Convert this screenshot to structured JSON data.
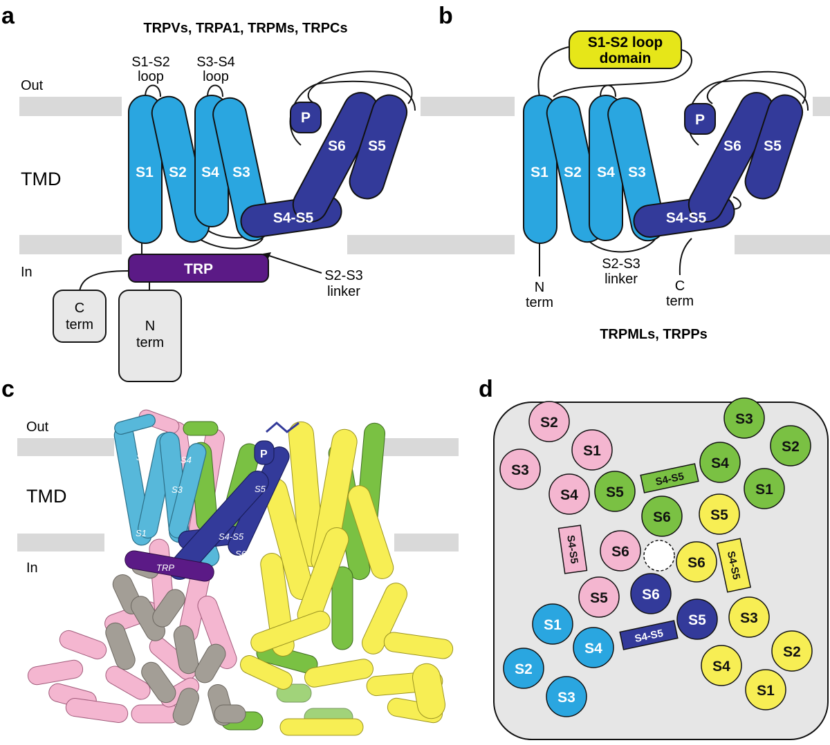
{
  "colors": {
    "light_blue": "#2aa6e0",
    "light_blue_c": "#57b8da",
    "dark_blue": "#333a9a",
    "purple": "#5b1a86",
    "yellow": "#e6e619",
    "pink": "#f4b6d0",
    "green": "#7ac143",
    "yellow_d": "#f7ee54",
    "membrane": "#d9d9d9",
    "term_box": "#e8e8e8"
  },
  "panels": {
    "a": {
      "label": "a",
      "title": "TRPVs, TRPA1, TRPMs, TRPCs",
      "out": "Out",
      "tmd": "TMD",
      "in": "In",
      "s1s2_loop": [
        "S1-S2",
        "loop"
      ],
      "s3s4_loop": [
        "S3-S4",
        "loop"
      ],
      "helices": [
        "S1",
        "S2",
        "S4",
        "S3",
        "S6",
        "S5"
      ],
      "p": "P",
      "s4s5": "S4-S5",
      "trp": "TRP",
      "s2s3_linker": [
        "S2-S3",
        "linker"
      ],
      "c_term": [
        "C",
        "term"
      ],
      "n_term": [
        "N",
        "term"
      ]
    },
    "b": {
      "label": "b",
      "s1s2_domain": [
        "S1-S2 loop",
        "domain"
      ],
      "helices": [
        "S1",
        "S2",
        "S4",
        "S3",
        "S6",
        "S5"
      ],
      "p": "P",
      "s4s5": "S4-S5",
      "s2s3_linker": [
        "S2-S3",
        "linker"
      ],
      "n_term": [
        "N",
        "term"
      ],
      "c_term": [
        "C",
        "term"
      ],
      "bottom_title": "TRPMLs, TRPPs"
    },
    "c": {
      "label": "c",
      "out": "Out",
      "tmd": "TMD",
      "in": "In",
      "labels": [
        "S2",
        "S4",
        "S3",
        "S1",
        "P",
        "S5",
        "S4-S5",
        "S6",
        "TRP"
      ]
    },
    "d": {
      "label": "d",
      "pink": [
        "S2",
        "S1",
        "S3",
        "S4",
        "S6",
        "S5"
      ],
      "pink_linker": "S4-S5",
      "green": [
        "S3",
        "S2",
        "S4",
        "S1",
        "S5",
        "S6"
      ],
      "green_linker": "S4-S5",
      "yellow": [
        "S5",
        "S6",
        "S3",
        "S2",
        "S4",
        "S1"
      ],
      "yellow_linker": "S4-S5",
      "blue": [
        "S1",
        "S4",
        "S2",
        "S3"
      ],
      "blue_linker": "S4-S5",
      "dark": [
        "S6",
        "S5"
      ]
    }
  }
}
